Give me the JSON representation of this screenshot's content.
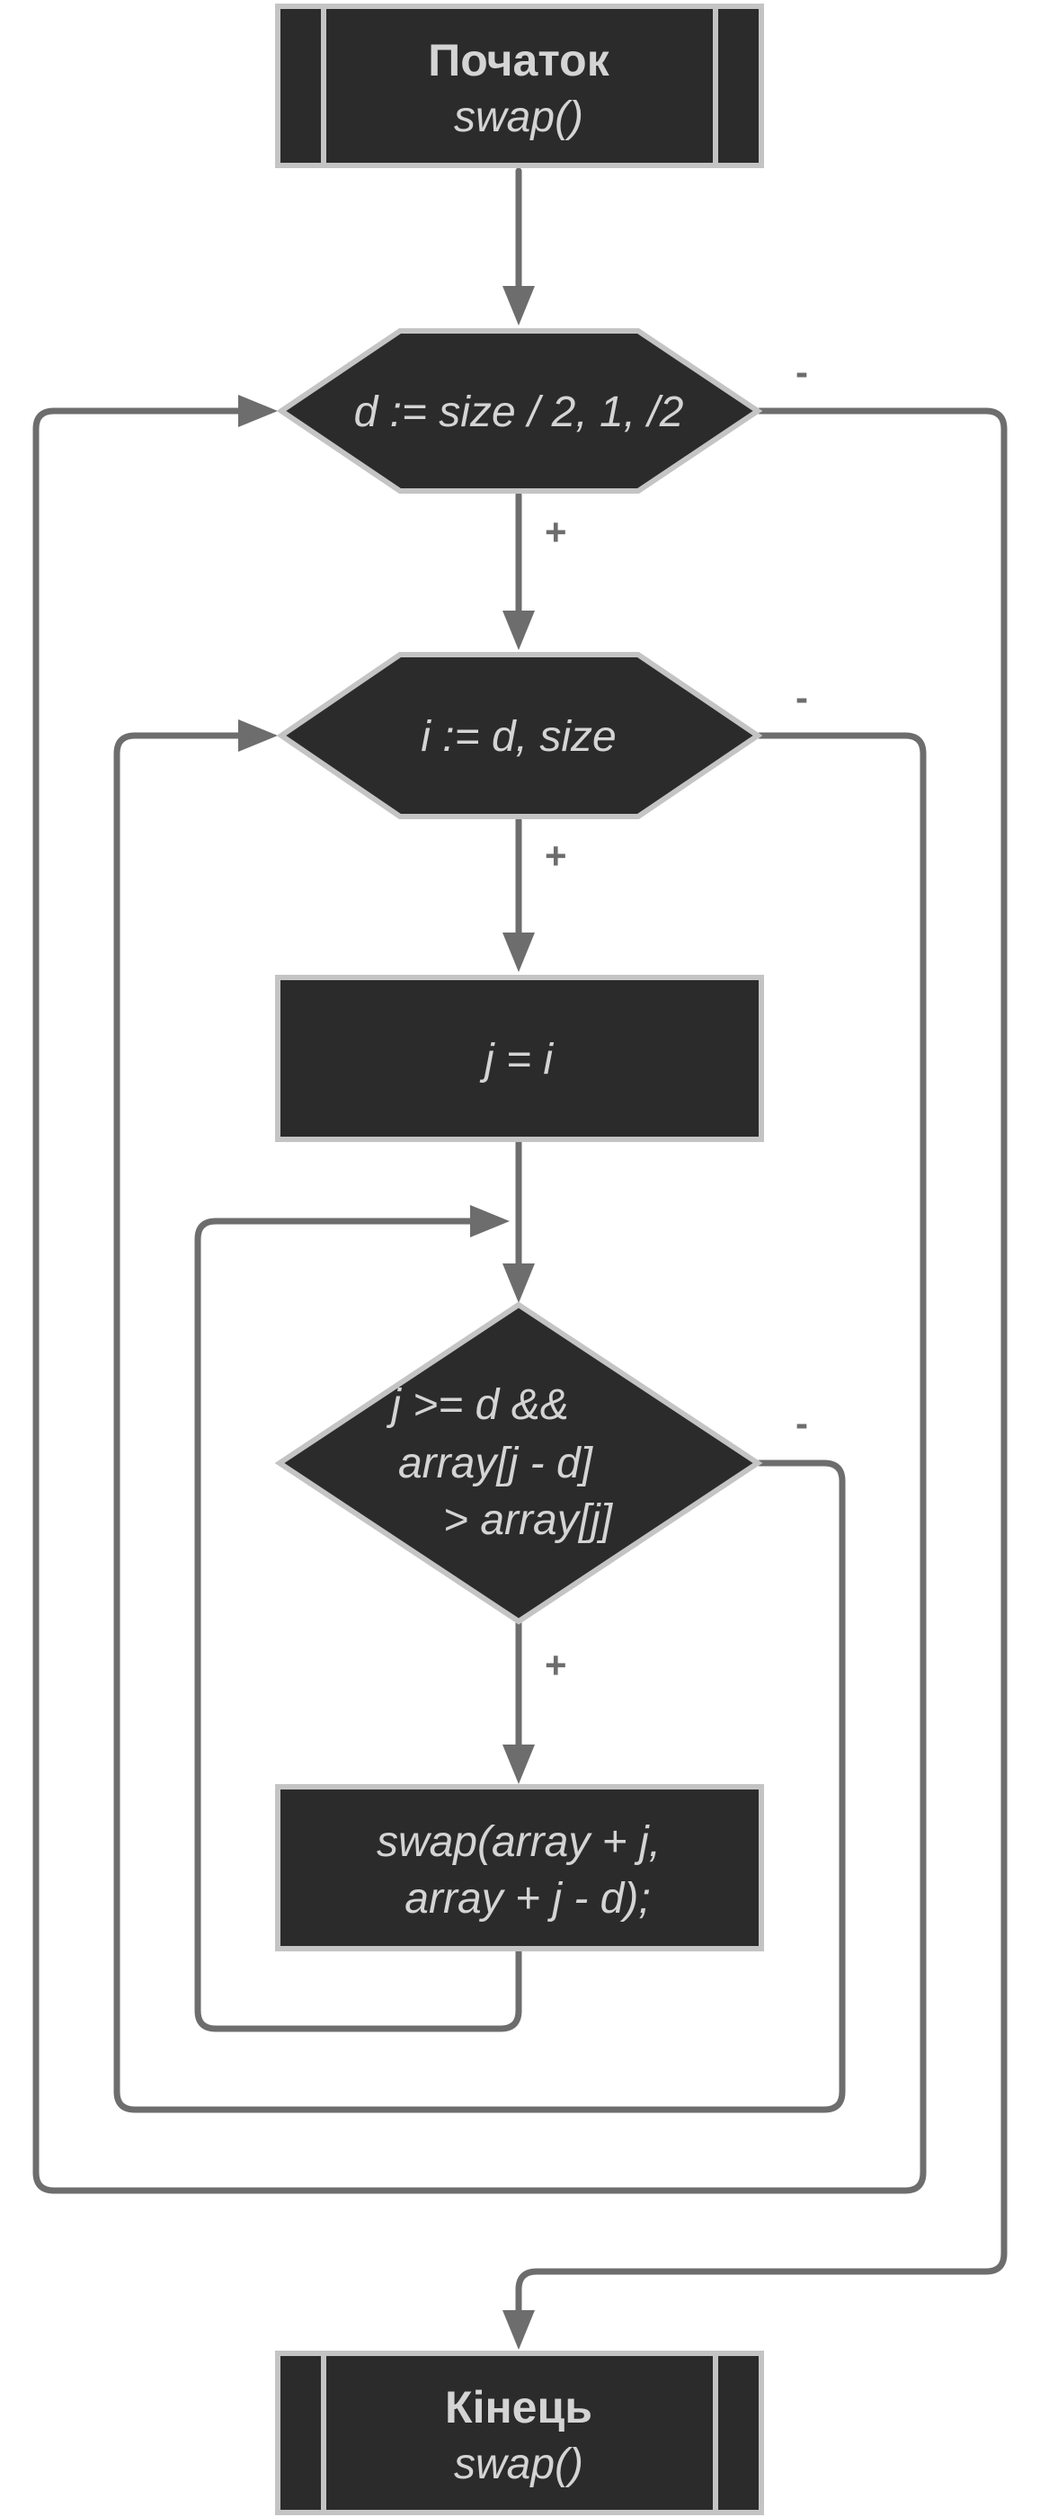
{
  "start": {
    "title": "Початок",
    "subtitle": "swap()"
  },
  "outer_loop": {
    "label": "d := size / 2, 1, /2",
    "yes": "+",
    "no": "-"
  },
  "inner_loop": {
    "label": "i := d, size",
    "yes": "+",
    "no": "-"
  },
  "assign": {
    "label": "j = i"
  },
  "condition": {
    "lines": [
      "j >= d &&",
      "array[j - d]",
      "> array[j]"
    ],
    "yes": "+",
    "no": "-"
  },
  "swap_call": {
    "lines": [
      "swap(array + j,",
      "array + j - d);"
    ]
  },
  "end": {
    "title": "Кінець",
    "subtitle": "swap()"
  },
  "colors": {
    "node_fill": "#2b2b2b",
    "node_border": "#c4c4c4",
    "edge": "#6d6d6d",
    "text": "#d4d4d4"
  }
}
